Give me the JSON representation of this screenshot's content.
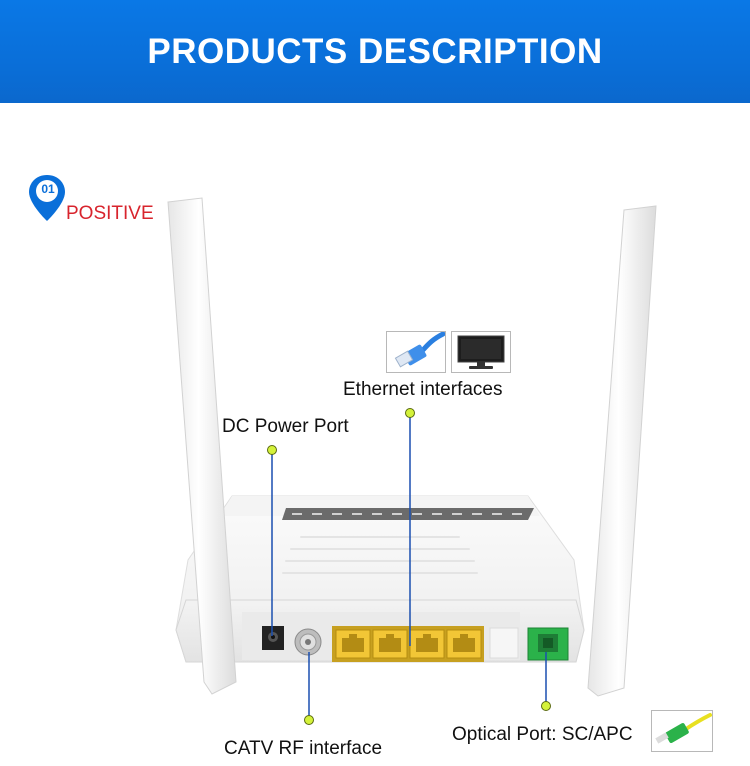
{
  "banner": {
    "title": "PRODUCTS DESCRIPTION"
  },
  "section": {
    "number": "01",
    "label": "POSITIVE"
  },
  "labels": {
    "ethernet": "Ethernet interfaces",
    "dc_power": "DC Power Port",
    "catv": "CATV RF interface",
    "optical": "Optical Port: SC/APC"
  },
  "icons": {
    "location_pin": "location-pin-icon",
    "ethernet_cable": "ethernet-cable-icon",
    "monitor": "monitor-icon",
    "fiber_connector": "fiber-connector-icon"
  },
  "colors": {
    "banner": "#0a6fd9",
    "accent_red": "#d8242d",
    "callout_line": "#1a4fb0",
    "callout_dot": "#d4f23a",
    "port_yellow": "#f2c636",
    "port_green": "#2bb24a"
  }
}
